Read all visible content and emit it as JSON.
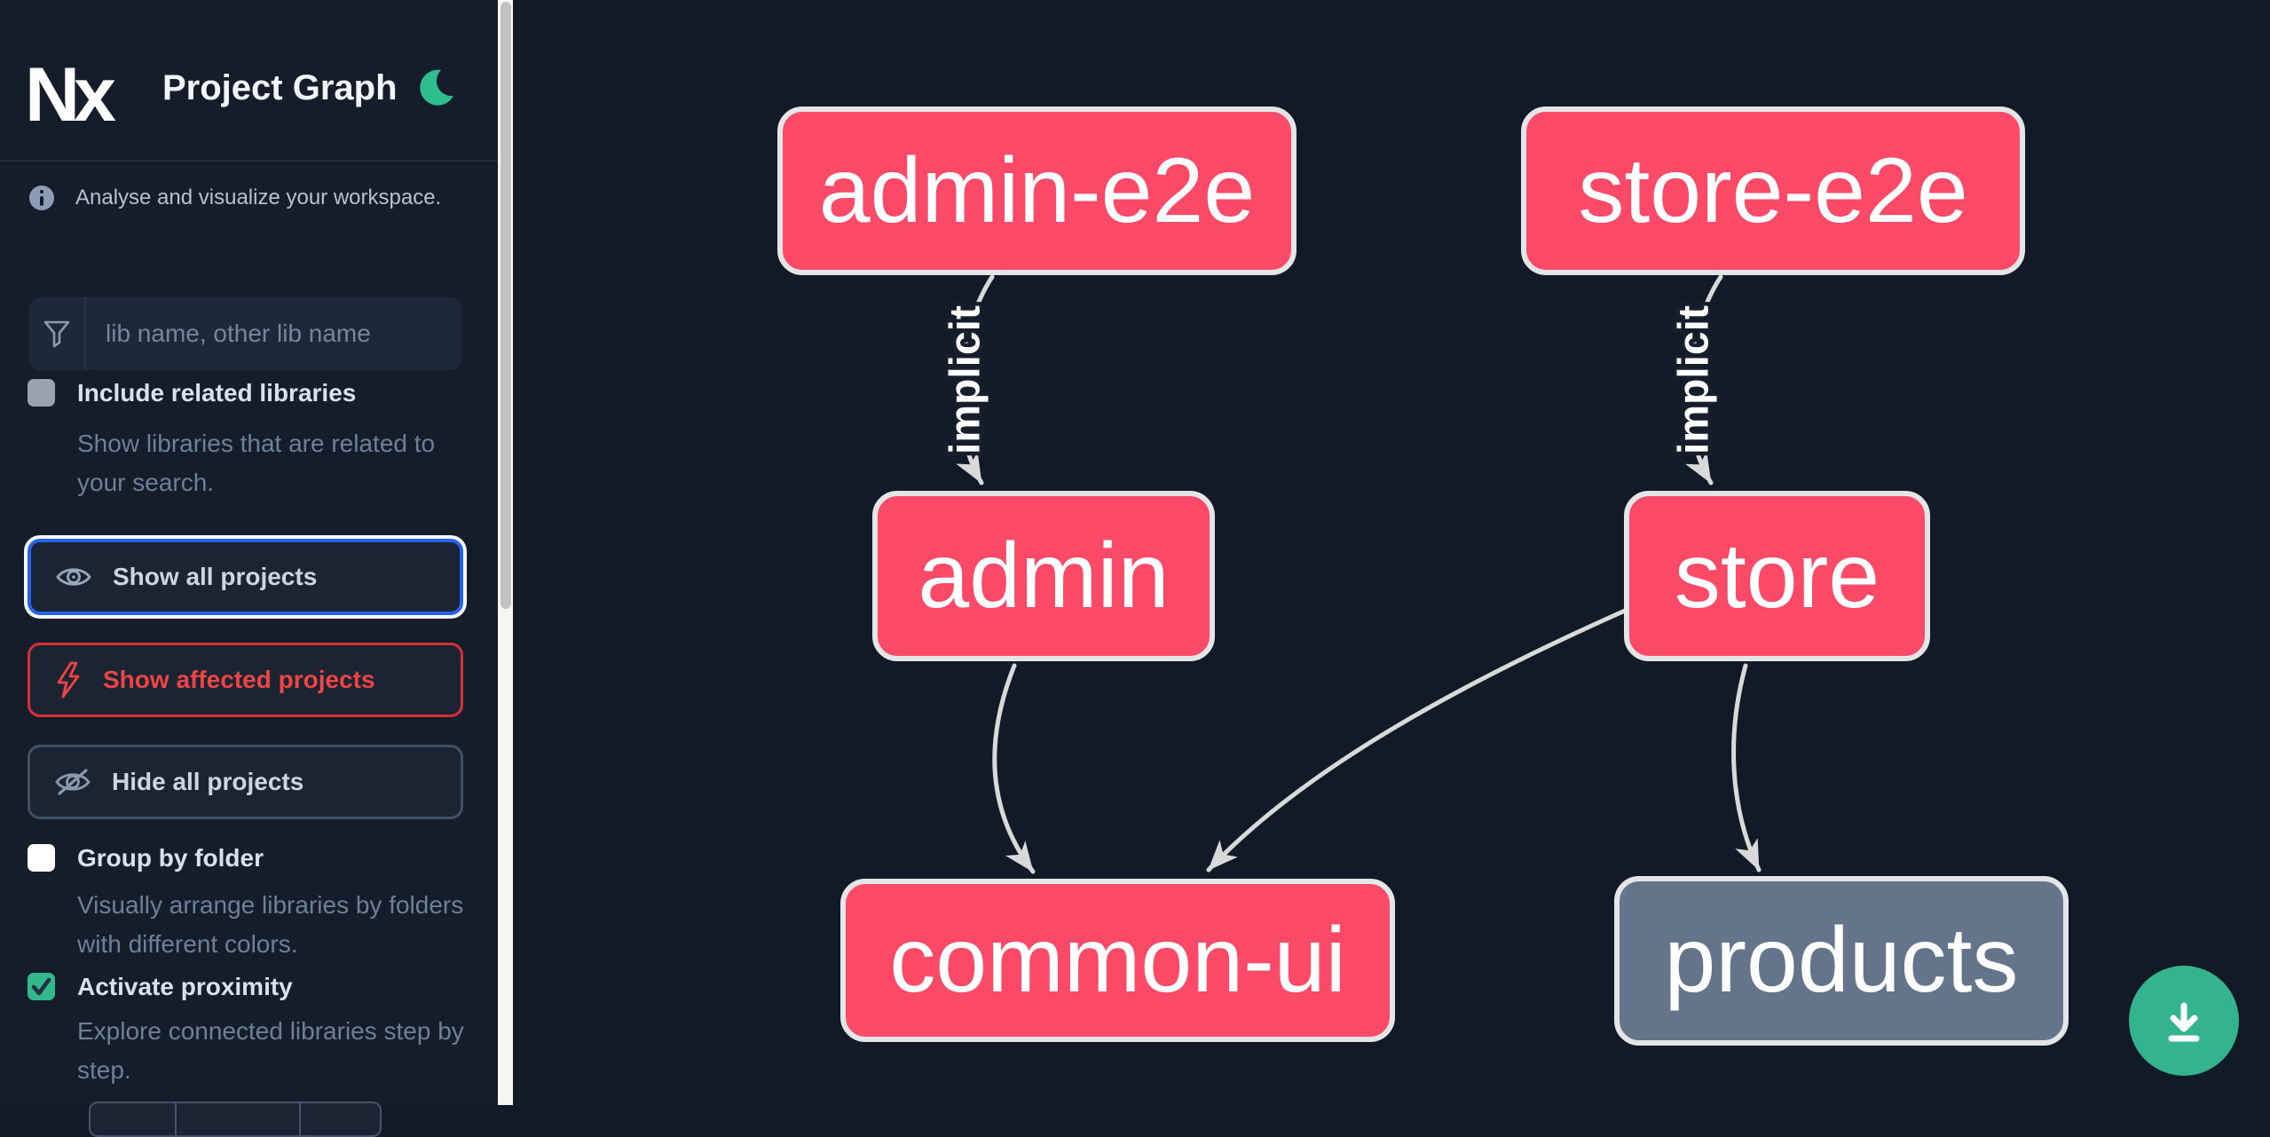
{
  "app": {
    "title": "Project Graph"
  },
  "sidebar": {
    "tagline": "Analyse and visualize your workspace.",
    "search": {
      "placeholder": "lib name, other lib name"
    },
    "checkboxes": [
      {
        "label": "Include related libraries",
        "description": "Show libraries that are related to your search.",
        "checked": false
      },
      {
        "label": "Group by folder",
        "description": "Visually arrange libraries by folders with different colors.",
        "checked": false
      },
      {
        "label": "Activate proximity",
        "description": "Explore connected libraries step by step.",
        "checked": true
      }
    ],
    "buttons": [
      {
        "label": "Show all projects",
        "icon": "eye-icon",
        "state": "selected"
      },
      {
        "label": "Show affected projects",
        "icon": "lightning-icon",
        "state": "danger"
      },
      {
        "label": "Hide all projects",
        "icon": "eye-off-icon",
        "state": "default"
      }
    ]
  },
  "graph": {
    "nodes": [
      {
        "id": "admin-e2e",
        "label": "admin-e2e",
        "style": "focused-pink"
      },
      {
        "id": "store-e2e",
        "label": "store-e2e",
        "style": "focused-pink"
      },
      {
        "id": "admin",
        "label": "admin",
        "style": "focused-pink"
      },
      {
        "id": "store",
        "label": "store",
        "style": "focused-pink"
      },
      {
        "id": "common-ui",
        "label": "common-ui",
        "style": "focused-pink"
      },
      {
        "id": "products",
        "label": "products",
        "style": "unfocused-gray"
      }
    ],
    "edges": [
      {
        "from": "admin-e2e",
        "to": "admin",
        "label": "implicit"
      },
      {
        "from": "store-e2e",
        "to": "store",
        "label": "implicit"
      },
      {
        "from": "admin",
        "to": "common-ui",
        "label": ""
      },
      {
        "from": "store",
        "to": "common-ui",
        "label": ""
      },
      {
        "from": "store",
        "to": "products",
        "label": ""
      }
    ]
  },
  "icons": {
    "logo": "nx-logo",
    "theme_toggle": "moon-icon",
    "info": "info-icon",
    "search": "funnel-icon",
    "download": "download-icon"
  },
  "colors": {
    "sidebar_bg": "#151d2b",
    "graph_bg": "#131a27",
    "node_pink": "#fa4a67",
    "node_gray": "#64748b",
    "node_border": "#e4e5e7",
    "edge": "#d9d9d9",
    "accent_green": "#34b48c",
    "selected_blue": "#2563eb",
    "danger_red": "#ef4444"
  }
}
